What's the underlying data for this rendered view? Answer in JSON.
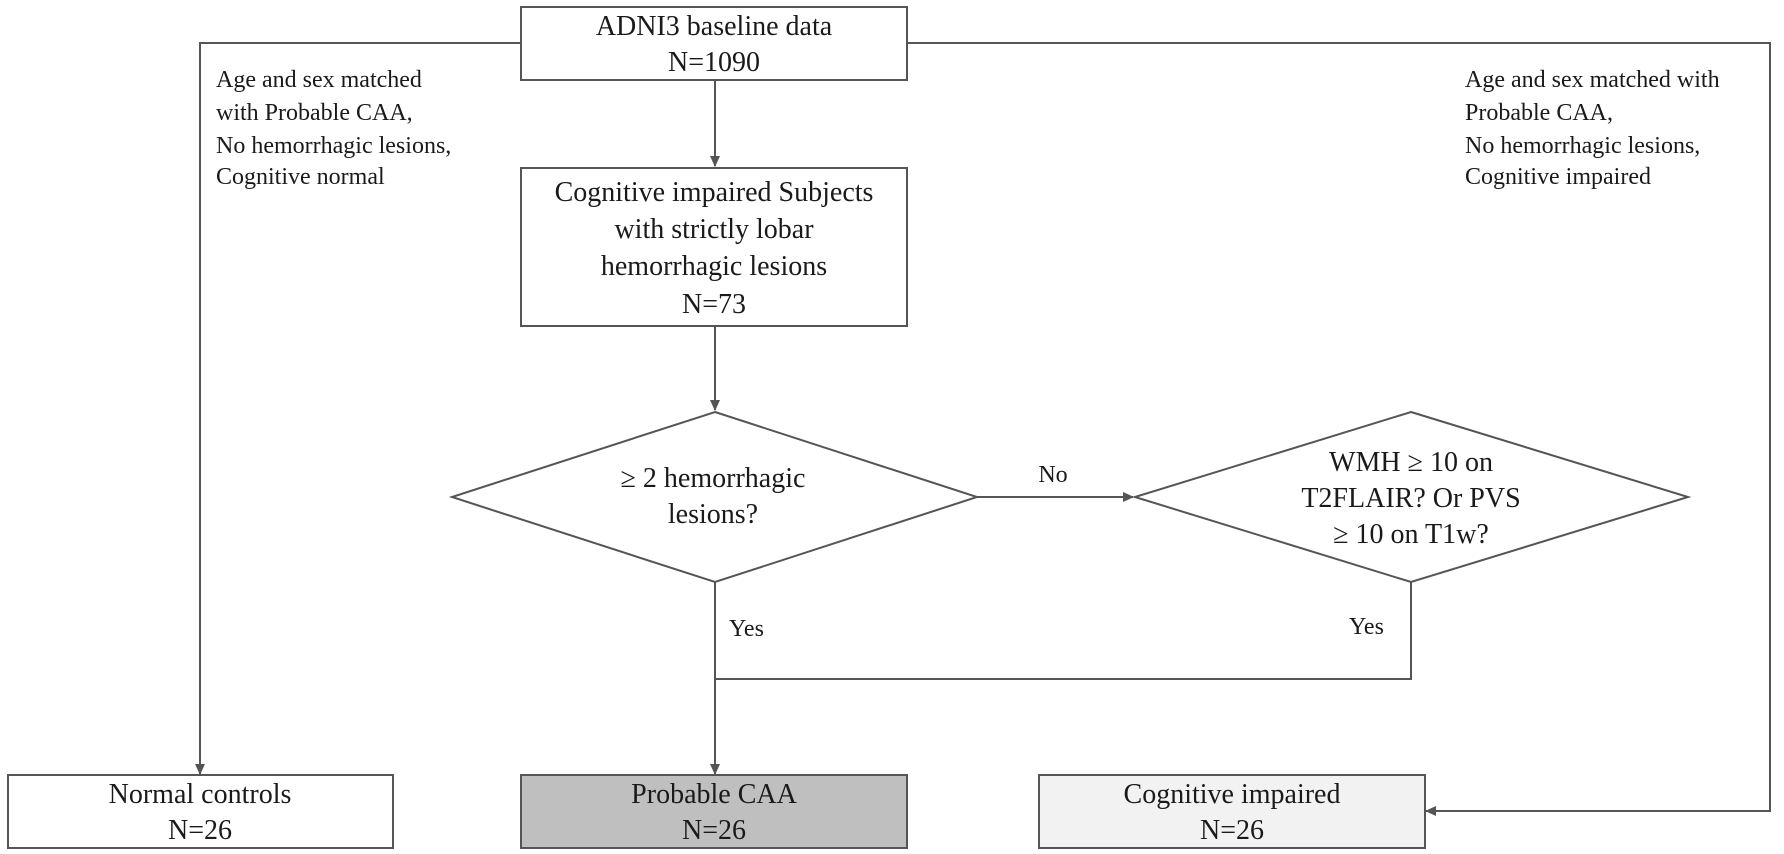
{
  "nodes": {
    "start": {
      "lines": [
        "ADNI3 baseline data",
        "N=1090"
      ]
    },
    "impaired_subjects": {
      "lines": [
        "Cognitive impaired Subjects",
        "with strictly lobar",
        "hemorrhagic lesions",
        "N=73"
      ]
    },
    "decision_lesions": {
      "lines": [
        "≥ 2 hemorrhagic",
        "lesions?"
      ]
    },
    "decision_wmh": {
      "lines": [
        "WMH ≥ 10 on",
        "T2FLAIR? Or PVS",
        "≥ 10 on T1w?"
      ]
    },
    "normal_controls": {
      "lines": [
        "Normal controls",
        "N=26"
      ]
    },
    "probable_caa": {
      "lines": [
        "Probable CAA",
        "N=26"
      ]
    },
    "cognitive_impaired": {
      "lines": [
        "Cognitive impaired",
        "N=26"
      ]
    }
  },
  "edge_labels": {
    "no": "No",
    "yes_left": "Yes",
    "yes_right": "Yes"
  },
  "notes": {
    "left": [
      "Age and sex matched",
      "with Probable CAA,",
      "No hemorrhagic lesions,",
      "Cognitive normal"
    ],
    "right": [
      "Age and sex matched with",
      "Probable CAA,",
      "No hemorrhagic lesions,",
      "Cognitive impaired"
    ]
  },
  "colors": {
    "line": "#555555",
    "box_fill": "#ffffff",
    "probable_caa_fill": "#bfbfbf",
    "cognitive_impaired_fill": "#f2f2f2",
    "text": "#1a1a1a"
  }
}
